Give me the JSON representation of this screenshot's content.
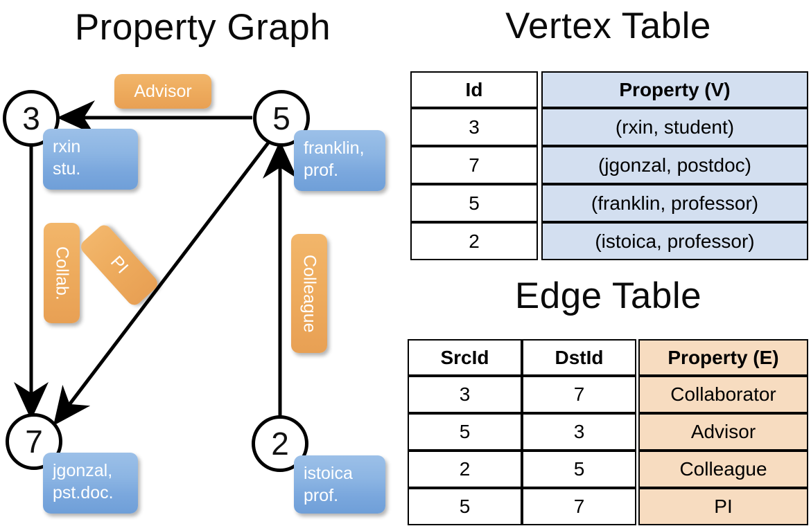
{
  "titles": {
    "graph": "Property Graph",
    "vertex_table": "Vertex Table",
    "edge_table": "Edge Table"
  },
  "colors": {
    "vertex_property_fill": "#d3dff0",
    "edge_property_fill": "#f7dcc0",
    "vertex_badge": "#7aa7dd",
    "edge_badge": "#eeac5e",
    "border": "#000000",
    "background": "#ffffff"
  },
  "graph": {
    "nodes": [
      {
        "id": "3",
        "property": "rxin\nstu."
      },
      {
        "id": "5",
        "property": "franklin,\nprof."
      },
      {
        "id": "7",
        "property": "jgonzal,\npst.doc."
      },
      {
        "id": "2",
        "property": "istoica\nprof."
      }
    ],
    "node_labels": {
      "n3": "3",
      "n5": "5",
      "n7": "7",
      "n2": "2"
    },
    "vertex_props": {
      "rxin_line1": "rxin",
      "rxin_line2": "stu.",
      "franklin_line1": "franklin,",
      "franklin_line2": "prof.",
      "jgonzal_line1": "jgonzal,",
      "jgonzal_line2": "pst.doc.",
      "istoica_line1": "istoica",
      "istoica_line2": "prof."
    },
    "edge_labels": {
      "advisor": "Advisor",
      "collab": "Collab.",
      "pi": "PI",
      "colleague": "Colleague"
    },
    "edges": [
      {
        "from": "5",
        "to": "3",
        "label": "Advisor"
      },
      {
        "from": "3",
        "to": "7",
        "label": "Collab."
      },
      {
        "from": "5",
        "to": "7",
        "label": "PI"
      },
      {
        "from": "2",
        "to": "5",
        "label": "Colleague"
      }
    ]
  },
  "vertex_table": {
    "headers": [
      "Id",
      "Property (V)"
    ],
    "rows": [
      {
        "id": "3",
        "property": "(rxin, student)"
      },
      {
        "id": "7",
        "property": "(jgonzal, postdoc)"
      },
      {
        "id": "5",
        "property": "(franklin, professor)"
      },
      {
        "id": "2",
        "property": "(istoica, professor)"
      }
    ]
  },
  "edge_table": {
    "headers": [
      "SrcId",
      "DstId",
      "Property (E)"
    ],
    "rows": [
      {
        "src": "3",
        "dst": "7",
        "property": "Collaborator"
      },
      {
        "src": "5",
        "dst": "3",
        "property": "Advisor"
      },
      {
        "src": "2",
        "dst": "5",
        "property": "Colleague"
      },
      {
        "src": "5",
        "dst": "7",
        "property": "PI"
      }
    ]
  }
}
